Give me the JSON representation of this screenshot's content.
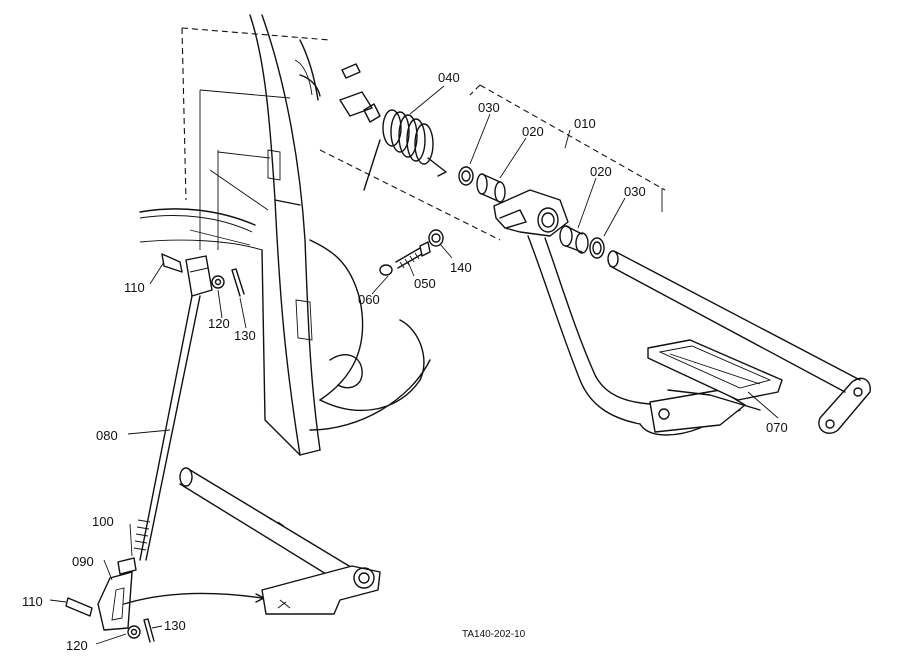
{
  "part_labels": {
    "p010": "010",
    "p020_a": "020",
    "p020_b": "020",
    "p030_a": "030",
    "p030_b": "030",
    "p040": "040",
    "p050": "050",
    "p060": "060",
    "p070": "070",
    "p080": "080",
    "p090": "090",
    "p100": "100",
    "p110_a": "110",
    "p110_b": "110",
    "p120_a": "120",
    "p120_b": "120",
    "p130_a": "130",
    "p130_b": "130",
    "p140": "140"
  },
  "drawing_ref": "TA140-202-10",
  "style": {
    "line_color": "#111111",
    "background": "#ffffff"
  }
}
